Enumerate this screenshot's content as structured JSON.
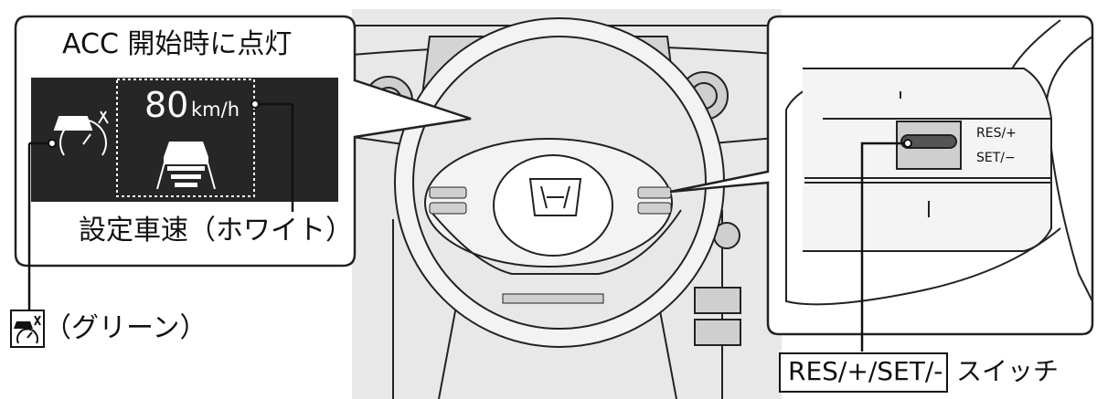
{
  "callout_left": {
    "title": "ACC 開始時に点灯",
    "speed_value": "80",
    "speed_unit": "km/h",
    "set_speed_label": "設定車速（ホワイト）"
  },
  "indicator_label": "（グリーン）",
  "switch": {
    "res_label": "RES/+",
    "set_label": "SET/−",
    "name_boxed": "RES/+/SET/-",
    "name_suffix": "スイッチ"
  },
  "colors": {
    "panel_fill": "#e8e8e8",
    "display_bg": "#262626",
    "indicator": "green",
    "set_speed_text": "white"
  },
  "icons": [
    "acc-indicator-icon",
    "car-ahead-icon",
    "honda-logo-icon"
  ]
}
